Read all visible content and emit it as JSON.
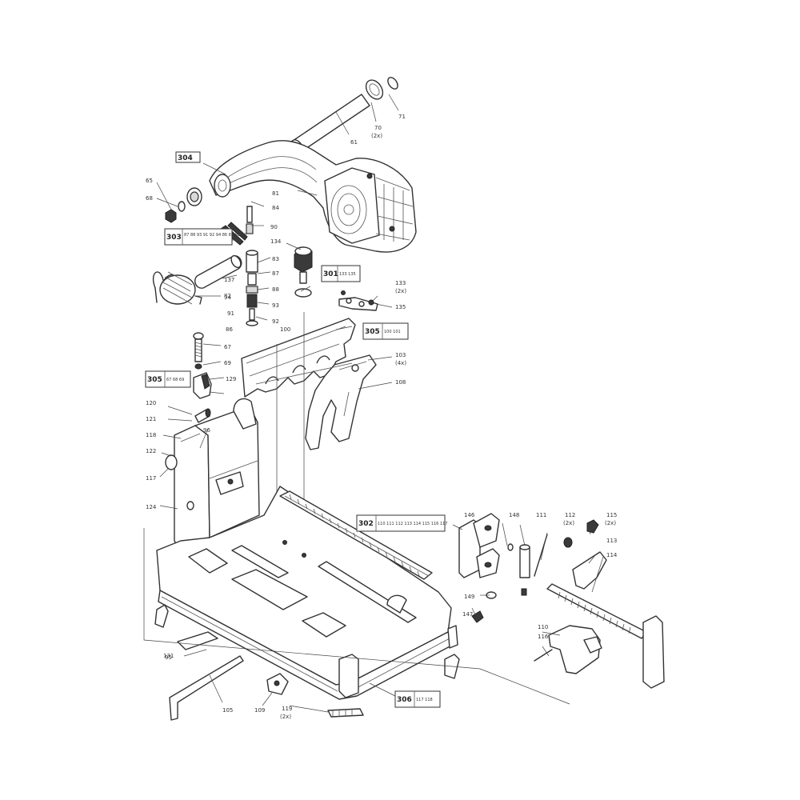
{
  "callouts": [
    {
      "id": "c-71",
      "text": "71"
    },
    {
      "id": "c-70a",
      "text": "70"
    },
    {
      "id": "c-70b",
      "text": "(2x)"
    },
    {
      "id": "c-61",
      "text": "61"
    },
    {
      "id": "c-65",
      "text": "65"
    },
    {
      "id": "c-68",
      "text": "68"
    },
    {
      "id": "c-81",
      "text": "81"
    },
    {
      "id": "c-84",
      "text": "84"
    },
    {
      "id": "c-90",
      "text": "90"
    },
    {
      "id": "c-134",
      "text": "134"
    },
    {
      "id": "c-83",
      "text": "83"
    },
    {
      "id": "c-87",
      "text": "87"
    },
    {
      "id": "c-88",
      "text": "88"
    },
    {
      "id": "c-93",
      "text": "93"
    },
    {
      "id": "c-91",
      "text": "91"
    },
    {
      "id": "c-92",
      "text": "92"
    },
    {
      "id": "c-94",
      "text": "94"
    },
    {
      "id": "c-86",
      "text": "86"
    },
    {
      "id": "c-133a",
      "text": "133"
    },
    {
      "id": "c-133b",
      "text": "(2x)"
    },
    {
      "id": "c-135",
      "text": "135"
    },
    {
      "id": "c-137",
      "text": "137"
    },
    {
      "id": "c-82",
      "text": "82"
    },
    {
      "id": "c-100",
      "text": "100"
    },
    {
      "id": "c-67",
      "text": "67"
    },
    {
      "id": "c-69",
      "text": "69"
    },
    {
      "id": "c-103a",
      "text": "103"
    },
    {
      "id": "c-103b",
      "text": "(4x)"
    },
    {
      "id": "c-108",
      "text": "108"
    },
    {
      "id": "c-129",
      "text": "129"
    },
    {
      "id": "c-120",
      "text": "120"
    },
    {
      "id": "c-121",
      "text": "121"
    },
    {
      "id": "c-118",
      "text": "118"
    },
    {
      "id": "c-96",
      "text": "96"
    },
    {
      "id": "c-122",
      "text": "122"
    },
    {
      "id": "c-117",
      "text": "117"
    },
    {
      "id": "c-124",
      "text": "124"
    },
    {
      "id": "c-146",
      "text": "146"
    },
    {
      "id": "c-148",
      "text": "148"
    },
    {
      "id": "c-111",
      "text": "111"
    },
    {
      "id": "c-112a",
      "text": "112"
    },
    {
      "id": "c-112b",
      "text": "(2x)"
    },
    {
      "id": "c-115a",
      "text": "115"
    },
    {
      "id": "c-115b",
      "text": "(2x)"
    },
    {
      "id": "c-113",
      "text": "113"
    },
    {
      "id": "c-114",
      "text": "114"
    },
    {
      "id": "c-149",
      "text": "149"
    },
    {
      "id": "c-147",
      "text": "147"
    },
    {
      "id": "c-110",
      "text": "110"
    },
    {
      "id": "c-116",
      "text": "116"
    },
    {
      "id": "c-95",
      "text": "95"
    },
    {
      "id": "c-131",
      "text": "131"
    },
    {
      "id": "c-105",
      "text": "105"
    },
    {
      "id": "c-109",
      "text": "109"
    },
    {
      "id": "c-119a",
      "text": "119"
    },
    {
      "id": "c-119b",
      "text": "(2x)"
    }
  ],
  "assembly_boxes": [
    {
      "id": "b-304",
      "number": "304",
      "refs": ""
    },
    {
      "id": "b-303",
      "number": "303",
      "refs": "87 88 93 91 92 94 86 85 95 90"
    },
    {
      "id": "b-301",
      "number": "301",
      "refs": "133 135"
    },
    {
      "id": "b-305a",
      "number": "305",
      "refs": "100 101"
    },
    {
      "id": "b-305b",
      "number": "305",
      "refs": "67 68 69"
    },
    {
      "id": "b-302",
      "number": "302",
      "refs": "110 111 112 113 114 115 116 117"
    },
    {
      "id": "b-306",
      "number": "306",
      "refs": "117 118"
    }
  ]
}
